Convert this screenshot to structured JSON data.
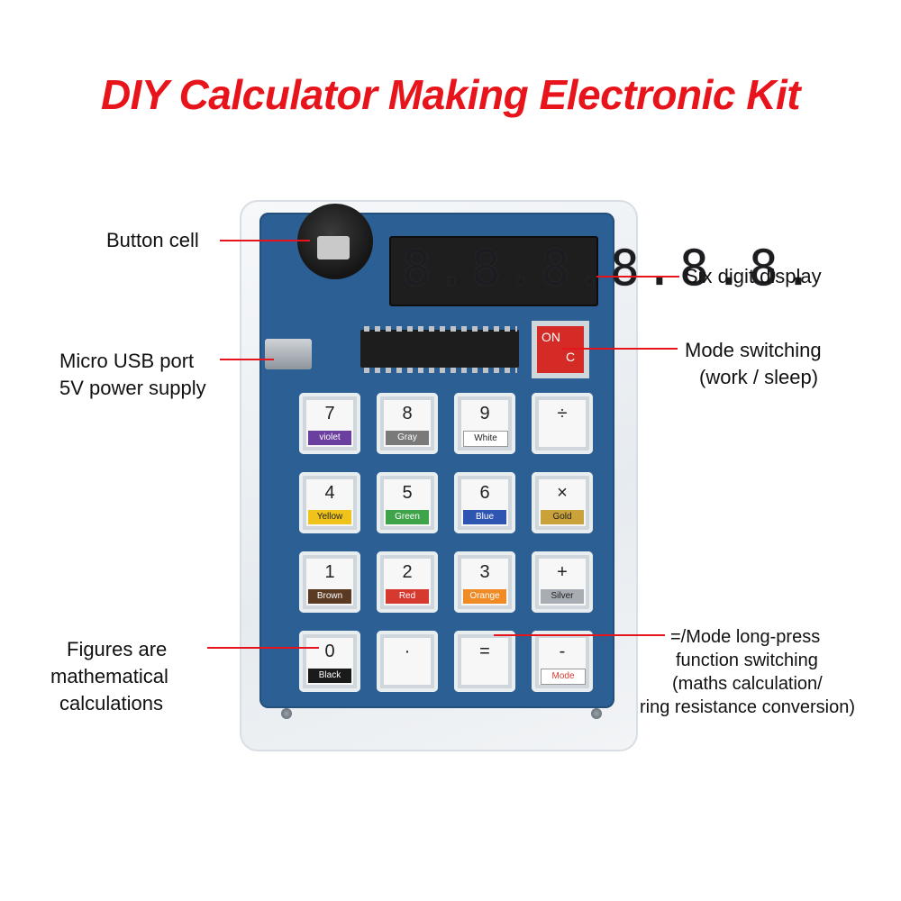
{
  "title": "DIY Calculator Making Electronic Kit",
  "display_digits": "8.8.8.8.8.8.",
  "onoff": {
    "on": "ON",
    "c": "C"
  },
  "callouts": {
    "button_cell": "Button cell",
    "six_digit_display": "Six digit display",
    "micro_usb": [
      "Micro USB port",
      "5V power supply"
    ],
    "mode_switching": [
      "Mode switching",
      "(work / sleep)"
    ],
    "figures": [
      "Figures are",
      "mathematical",
      "calculations"
    ],
    "long_press": [
      "=/Mode long-press",
      "function switching",
      "(maths calculation/",
      "ring resistance conversion)"
    ]
  },
  "keys": [
    {
      "main": "7",
      "color_label": "violet",
      "color": "#6a3fa0"
    },
    {
      "main": "8",
      "color_label": "Gray",
      "color": "#7a7a7a"
    },
    {
      "main": "9",
      "color_label": "White",
      "color": "#ffffff"
    },
    {
      "main": "÷",
      "color_label": "",
      "color": ""
    },
    {
      "main": "4",
      "color_label": "Yellow",
      "color": "#f0c31a"
    },
    {
      "main": "5",
      "color_label": "Green",
      "color": "#3fa34a"
    },
    {
      "main": "6",
      "color_label": "Blue",
      "color": "#2f55b3"
    },
    {
      "main": "×",
      "color_label": "Gold",
      "color": "#c9a23b"
    },
    {
      "main": "1",
      "color_label": "Brown",
      "color": "#5a3a22"
    },
    {
      "main": "2",
      "color_label": "Red",
      "color": "#d63a2f"
    },
    {
      "main": "3",
      "color_label": "Orange",
      "color": "#f08a24"
    },
    {
      "main": "+",
      "color_label": "Silver",
      "color": "#a7adb3"
    },
    {
      "main": "0",
      "color_label": "Black",
      "color": "#1a1a1a"
    },
    {
      "main": "·",
      "color_label": "",
      "color": ""
    },
    {
      "main": "=",
      "color_label": "",
      "color": ""
    },
    {
      "main": "-",
      "color_label": "Mode",
      "color": "#ffffff"
    }
  ],
  "accent_color": "#e8141b"
}
